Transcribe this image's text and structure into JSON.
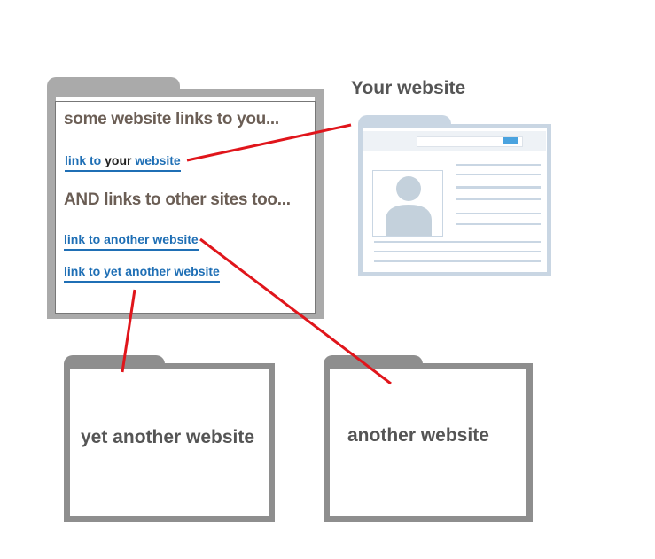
{
  "source_folder": {
    "heading": "some website links to you...",
    "link_your_prefix": "link to ",
    "link_your_middle": "your",
    "link_your_suffix": " website",
    "subheading": "AND links to other sites too...",
    "link_another": "link to another website",
    "link_yet_another": "link to yet another website"
  },
  "your_website": {
    "title": "Your website"
  },
  "yet_another_folder": {
    "label": "yet another website"
  },
  "another_folder": {
    "label": "another website"
  },
  "colors": {
    "folder_gray": "#8e8e8e",
    "folder_tab_gray": "#aaaaaa",
    "heading_brown": "#6b5e55",
    "link_blue": "#1f6fb5",
    "connector_red": "#e0151b",
    "browser_blue": "#c9d6e3"
  }
}
